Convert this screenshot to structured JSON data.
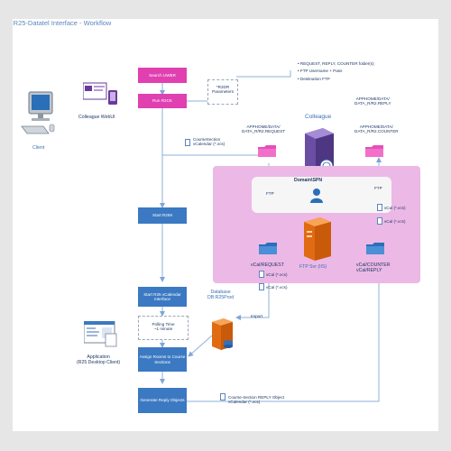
{
  "title": "R25-Datatel Interface - Workflow",
  "nodes": {
    "client": "Client",
    "colleague_webui": "Colleague WebUI",
    "search_uwbr": "Search UWBR",
    "run_r2ck": "Run R2CK",
    "r2dr_parameters": "*R2DR Parameters",
    "bullets": [
      "REQUEST, REPLY, COUNTER folder(s)",
      "FTP Username + Pass",
      "Destination FTP"
    ],
    "colleague": "Colleague",
    "apphome_request": "APPHOME/DATA/\nDATA_R/R2.REQUEST",
    "apphome_reply": "APPHOME/DATA/\nDATA_R/R2.REPLY",
    "apphome_counter": "APPHOME/DATA/\nDATA_R/R2.COUNTER",
    "course_section_file": "CourseSection\nvCalendar (*.vcs)",
    "domain_spn": "Domain\\SPN",
    "ftp_left": "FTP",
    "ftp_right": "FTP",
    "vcal_small_1": "vCal (*.vcs)",
    "vcal_small_2": "vCal (*.vcs)",
    "vcal_small_3": "vCal (*.vcs)",
    "vcal_small_4": "vCal (*.vcs)",
    "start_r2m": "Start R2IM",
    "vcal_request": "vCal/REQUEST",
    "ftp_svr": "FTP Svr (IIS)",
    "vcal_counter": "vCal/COUNTER\nvCal/REPLY",
    "start_r25": "Start R25 vCalendar Interface",
    "database": "Database\nDB:R25Prod",
    "polling_time": "Polling Time\n~1 minute",
    "import": "Import",
    "application": "Application\n(R25 Desktop Client)",
    "assign_rooms": "Assign Rooms to Course Sections",
    "generate_reply": "Generate Reply Objects",
    "reply_object_file": "Course-Section REPLY Object\nvCalendar (*.vcs)"
  },
  "colors": {
    "pink": "#e040b0",
    "blue": "#3b79c2",
    "panel": "#ecb8e6",
    "text_blue": "#3a6fb5",
    "server": "#7f5fb0",
    "ftp_server": "#f07f1a"
  }
}
